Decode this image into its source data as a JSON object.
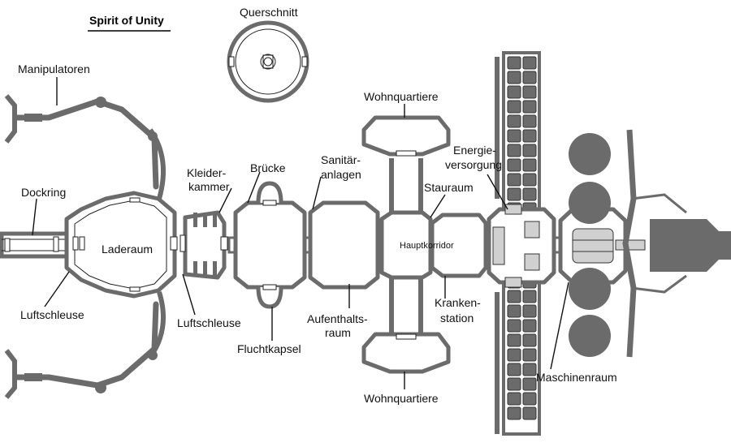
{
  "title": "Spirit of Unity",
  "labels": {
    "querschnitt": "Querschnitt",
    "manipulatoren": "Manipulatoren",
    "dockring": "Dockring",
    "laderaum": "Laderaum",
    "luftschleuse_left": "Luftschleuse",
    "luftschleuse_right": "Luftschleuse",
    "kleiderkammer_1": "Kleider-",
    "kleiderkammer_2": "kammer",
    "bruecke": "Brücke",
    "fluchtkapsel": "Fluchtkapsel",
    "sanitaer_1": "Sanitär-",
    "sanitaer_2": "anlagen",
    "aufenthalts_1": "Aufenthalts-",
    "aufenthalts_2": "raum",
    "wohnquartiere_top": "Wohnquartiere",
    "wohnquartiere_bottom": "Wohnquartiere",
    "hauptkorridor": "Hauptkorridor",
    "stauraum": "Stauraum",
    "kranken_1": "Kranken-",
    "kranken_2": "station",
    "energie_1": "Energie-",
    "energie_2": "versorgung",
    "maschinenraum": "Maschinenraum"
  },
  "colors": {
    "hull": "#6b6b6b",
    "interior": "#ffffff",
    "line": "#222222",
    "light_fill": "#d0d0d0"
  }
}
